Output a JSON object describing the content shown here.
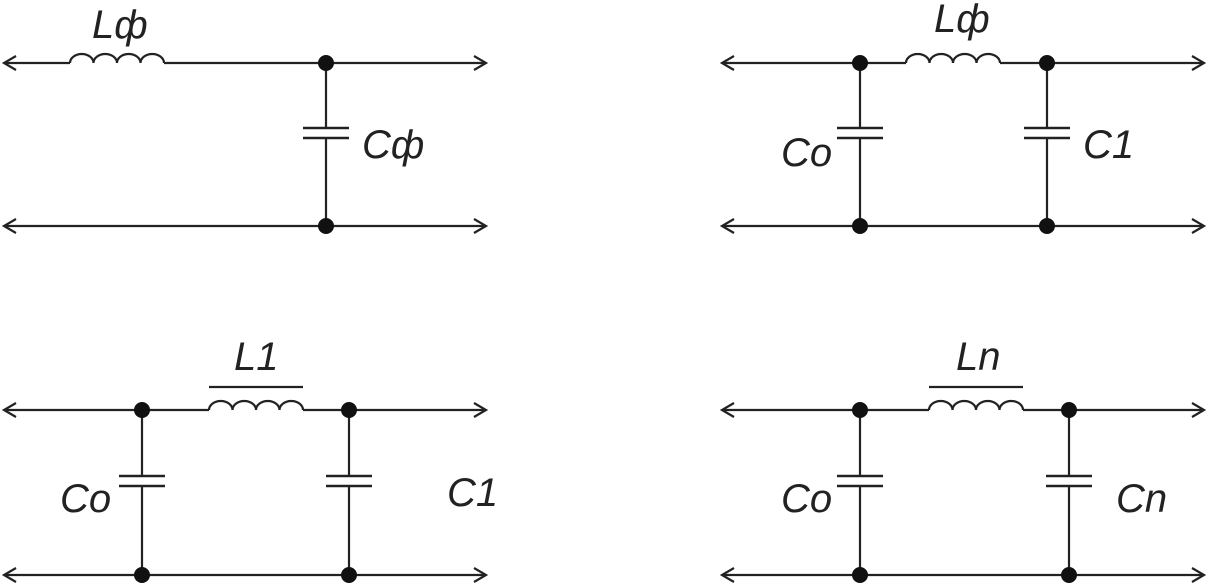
{
  "diagram": {
    "stroke_color": "#222222",
    "node_color": "#111111",
    "circuits": [
      {
        "inductor_label": "Lф",
        "capacitor_labels": [
          "Cф"
        ]
      },
      {
        "inductor_label": "Lф",
        "capacitor_labels": [
          "Co",
          "C1"
        ]
      },
      {
        "inductor_label": "L1",
        "capacitor_labels": [
          "Co",
          "C1"
        ]
      },
      {
        "inductor_label": "Ln",
        "capacitor_labels": [
          "Co",
          "Cn"
        ]
      }
    ]
  }
}
